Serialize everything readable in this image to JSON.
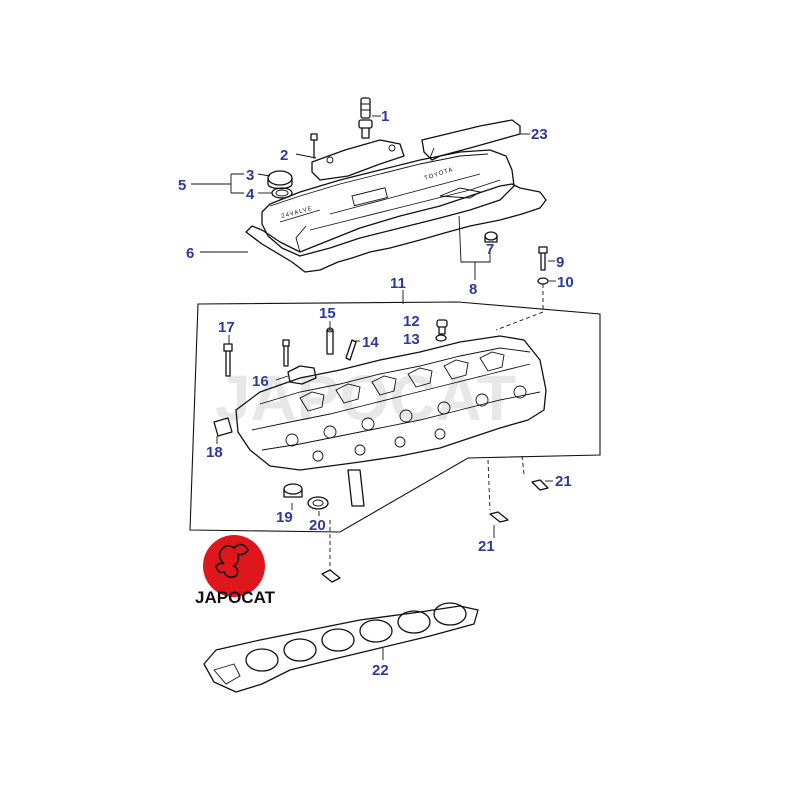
{
  "diagram": {
    "callouts": [
      "1",
      "2",
      "3",
      "4",
      "5",
      "6",
      "7",
      "8",
      "9",
      "10",
      "11",
      "12",
      "13",
      "14",
      "15",
      "16",
      "17",
      "18",
      "19",
      "20",
      "21",
      "21",
      "22",
      "23"
    ],
    "cover_stamp_text": "24VALVE",
    "cover_brand_text": "TOYOTA",
    "watermark_text": "JAPOCAT",
    "logo": {
      "text": "JAPOCAT",
      "color": "#e0161d"
    },
    "colors": {
      "callout": "#2b3a9e",
      "line": "#111111",
      "logo": "#e0161d"
    }
  }
}
